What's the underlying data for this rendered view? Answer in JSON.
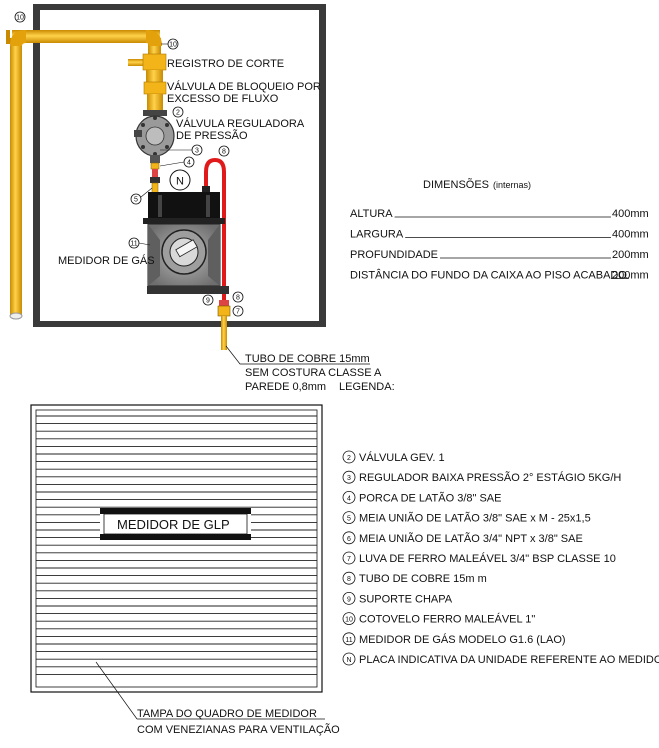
{
  "callouts": {
    "registro_corte": "REGISTRO DE CORTE",
    "valvula_bloqueio_l1": "VÁLVULA DE BLOQUEIO POR",
    "valvula_bloqueio_l2": "EXCESSO DE FLUXO",
    "valvula_reguladora_l1": "VÁLVULA REGULADORA",
    "valvula_reguladora_l2": "DE PRESSÃO",
    "medidor_gas": "MEDIDOR DE GÁS",
    "tubo_cobre_l1": "TUBO DE COBRE  15mm",
    "tubo_cobre_l2": "SEM COSTURA CLASSE A",
    "tubo_cobre_l3": "PAREDE 0,8mm",
    "tampa_l1": "TAMPA DO QUADRO DE MEDIDOR",
    "tampa_l2": "COM VENEZIANAS PARA VENTILAÇÃO",
    "plate_n": "N"
  },
  "markers": {
    "m10a": "10",
    "m10b": "10",
    "m2": "2",
    "m3": "3",
    "m4": "4",
    "m5": "5",
    "m8a": "8",
    "m8b": "8",
    "m7": "7",
    "m11": "11",
    "m9": "9"
  },
  "dimensions": {
    "title": "DIMENSÕES",
    "title_note": "(internas)",
    "rows": [
      {
        "label": "ALTURA",
        "value": "400mm"
      },
      {
        "label": "LARGURA",
        "value": "400mm"
      },
      {
        "label": "PROFUNDIDADE",
        "value": "200mm"
      },
      {
        "label": "DISTÂNCIA DO FUNDO DA CAIXA AO PISO ACABADO",
        "value": "200mm"
      }
    ]
  },
  "legend": {
    "title": "LEGENDA:",
    "items": [
      {
        "num": "2",
        "text": "VÁLVULA GEV. 1"
      },
      {
        "num": "3",
        "text": "REGULADOR BAIXA PRESSÃO 2° ESTÁGIO 5KG/H"
      },
      {
        "num": "4",
        "text": "PORCA DE LATÃO 3/8\" SAE"
      },
      {
        "num": "5",
        "text": "MEIA UNIÃO DE LATÃO 3/8\" SAE x M - 25x1,5"
      },
      {
        "num": "6",
        "text": "MEIA UNIÃO DE LATÃO 3/4\" NPT x 3/8\" SAE"
      },
      {
        "num": "7",
        "text": "LUVA DE FERRO MALEÁVEL 3/4\" BSP CLASSE 10"
      },
      {
        "num": "8",
        "text": "TUBO DE COBRE 15m m"
      },
      {
        "num": "9",
        "text": "SUPORTE CHAPA"
      },
      {
        "num": "10",
        "text": "COTOVELO FERRO MALEÁVEL 1\""
      },
      {
        "num": "11",
        "text": "MEDIDOR DE GÁS MODELO G1.6 (LAO)"
      },
      {
        "num": "N",
        "text": "PLACA INDICATIVA DA UNIDADE REFERENTE AO MEDIDOR"
      }
    ]
  },
  "cover": {
    "plate_label": "MEDIDOR DE GLP"
  },
  "colors": {
    "pipe": "#f2b418",
    "copper": "#e01a1a",
    "box": "#3a3a3a",
    "meter_body": "#8c8c8c",
    "meter_top": "#111111"
  }
}
